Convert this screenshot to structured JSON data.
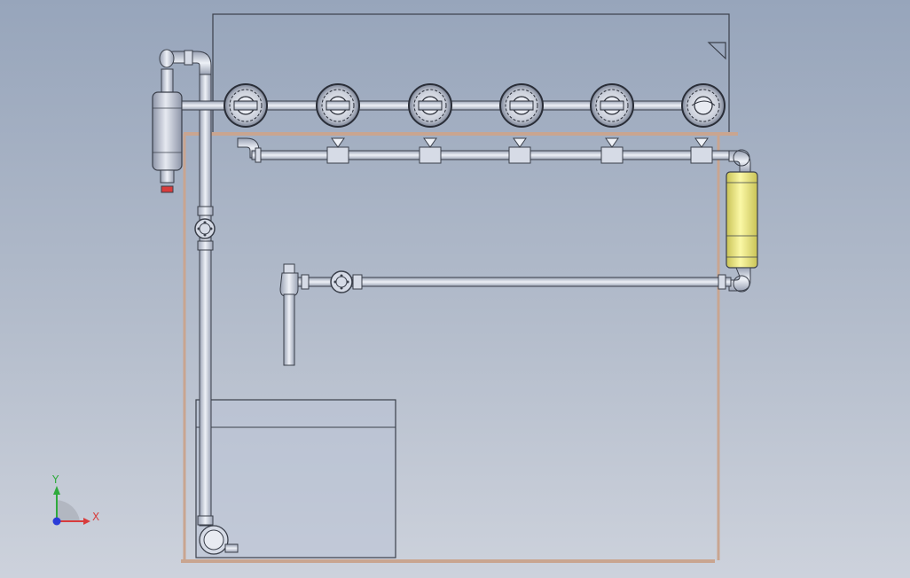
{
  "viewport": {
    "background_top": "#97a5bb",
    "background_bottom": "#cdd2dc"
  },
  "model": {
    "sprinkler_count": 6,
    "tee_count": 5,
    "pipe_color": "#d6dbe6",
    "edge_color": "#3a3f4a",
    "frame_color": "#c9a590",
    "filter_housing_color": "#f2ef82",
    "tank_color": "#b9c2d6"
  },
  "triad": {
    "x_label": "X",
    "y_label": "Y",
    "x_color": "#d83c3c",
    "y_color": "#2eaa3c",
    "z_color": "#2a3cd8"
  }
}
